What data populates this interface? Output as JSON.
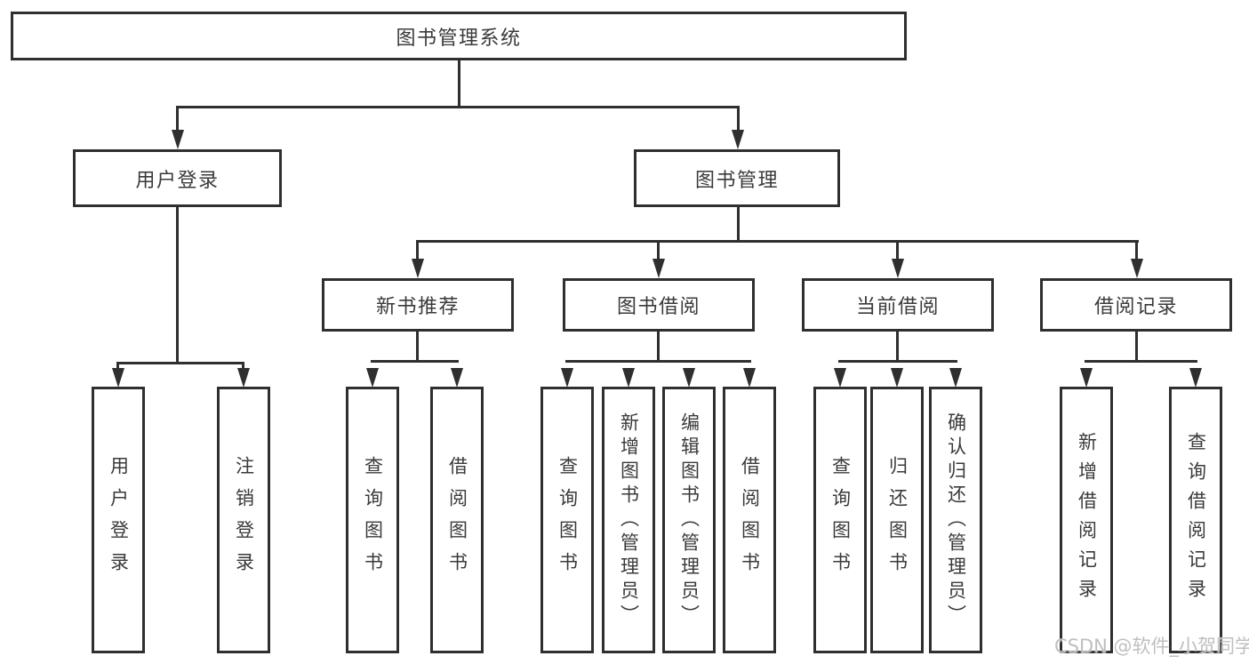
{
  "tree": {
    "label": "图书管理系统",
    "children": [
      {
        "label": "用户登录",
        "children": [
          {
            "label": "用户登录"
          },
          {
            "label": "注销登录"
          }
        ]
      },
      {
        "label": "图书管理",
        "children": [
          {
            "label": "新书推荐",
            "children": [
              {
                "label": "查询图书"
              },
              {
                "label": "借阅图书"
              }
            ]
          },
          {
            "label": "图书借阅",
            "children": [
              {
                "label": "查询图书"
              },
              {
                "label": "新增图书（管理员）"
              },
              {
                "label": "编辑图书（管理员）"
              },
              {
                "label": "借阅图书"
              }
            ]
          },
          {
            "label": "当前借阅",
            "children": [
              {
                "label": "查询图书"
              },
              {
                "label": "归还图书"
              },
              {
                "label": "确认归还（管理员）"
              }
            ]
          },
          {
            "label": "借阅记录",
            "children": [
              {
                "label": "新增借阅记录"
              },
              {
                "label": "查询借阅记录"
              }
            ]
          }
        ]
      }
    ]
  },
  "watermark": {
    "text": "CSDN @软件_小贺同学"
  },
  "colors": {
    "line": "#2f2f2f",
    "text": "#3a3a3a",
    "background": "#ffffff",
    "watermark": "#bfbfbf"
  }
}
